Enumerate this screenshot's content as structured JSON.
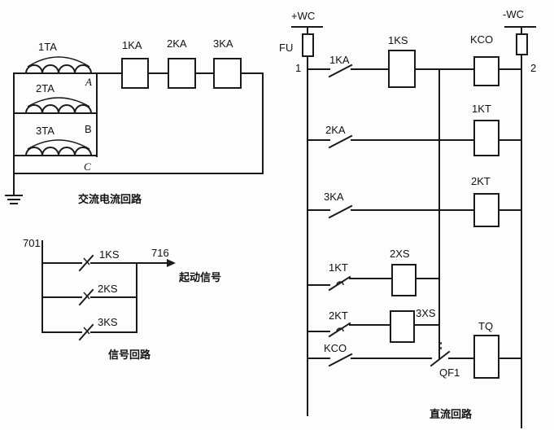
{
  "ac_circuit": {
    "caption": "交流电流回路",
    "ct_labels": [
      "1TA",
      "2TA",
      "3TA"
    ],
    "phase_labels": [
      "A",
      "B",
      "C"
    ],
    "relay_labels": [
      "1KA",
      "2KA",
      "3KA"
    ]
  },
  "signal_circuit": {
    "caption": "信号回路",
    "bus_label": "701",
    "out_label": "716",
    "out_text": "起动信号",
    "contacts": [
      "1KS",
      "2KS",
      "3KS"
    ]
  },
  "dc_circuit": {
    "caption": "直流回路",
    "pos_bus": "+WC",
    "neg_bus": "-WC",
    "fuse": "FU",
    "node_left": "1",
    "node_right": "2",
    "contacts": [
      "1KA",
      "2KA",
      "3KA",
      "1KT",
      "2KT",
      "KCO",
      "QF1"
    ],
    "coils": [
      "1KS",
      "KCO",
      "1KT",
      "2KT",
      "2XS",
      "3XS",
      "TQ"
    ]
  }
}
